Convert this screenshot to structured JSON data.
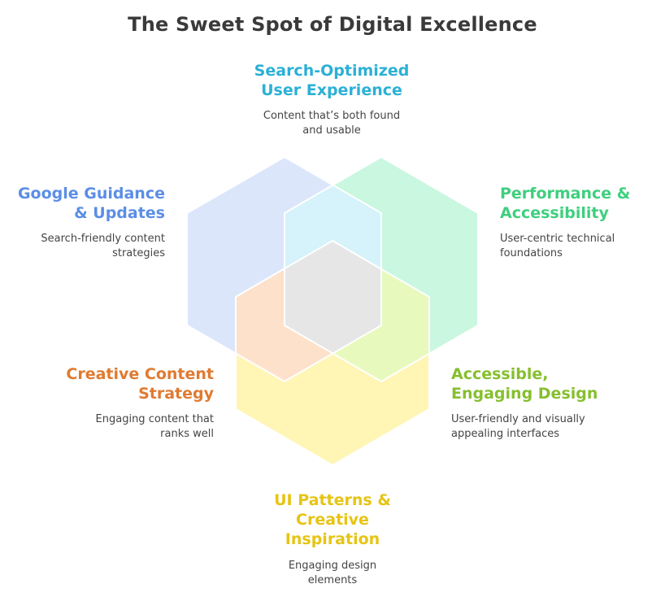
{
  "title": "The Sweet Spot of Digital Excellence",
  "colors": {
    "blue": "#5b8ee6",
    "teal": "#2bb0d6",
    "green": "#3ecf7e",
    "lime": "#86bf2e",
    "orange": "#e07a30",
    "yellow": "#e6c413"
  },
  "nodes": {
    "search_ux": {
      "label_line1": "Search-Optimized",
      "label_line2": "User Experience",
      "desc_line1": "Content that’s both found",
      "desc_line2": "and usable"
    },
    "google": {
      "label_line1": "Google Guidance",
      "label_line2": "& Updates",
      "desc_line1": "Search-friendly content",
      "desc_line2": "strategies"
    },
    "performance": {
      "label_line1": "Performance &",
      "label_line2": "Accessibility",
      "desc_line1": "User-centric technical",
      "desc_line2": "foundations"
    },
    "creative": {
      "label_line1": "Creative Content",
      "label_line2": "Strategy",
      "desc_line1": "Engaging content that",
      "desc_line2": "ranks well"
    },
    "accessible": {
      "label_line1": "Accessible,",
      "label_line2": "Engaging Design",
      "desc_line1": "User-friendly and visually",
      "desc_line2": "appealing interfaces"
    },
    "ui_patterns": {
      "label_line1": "UI Patterns &",
      "label_line2": "Creative",
      "label_line3": "Inspiration",
      "desc_line1": "Engaging design",
      "desc_line2": "elements"
    }
  }
}
